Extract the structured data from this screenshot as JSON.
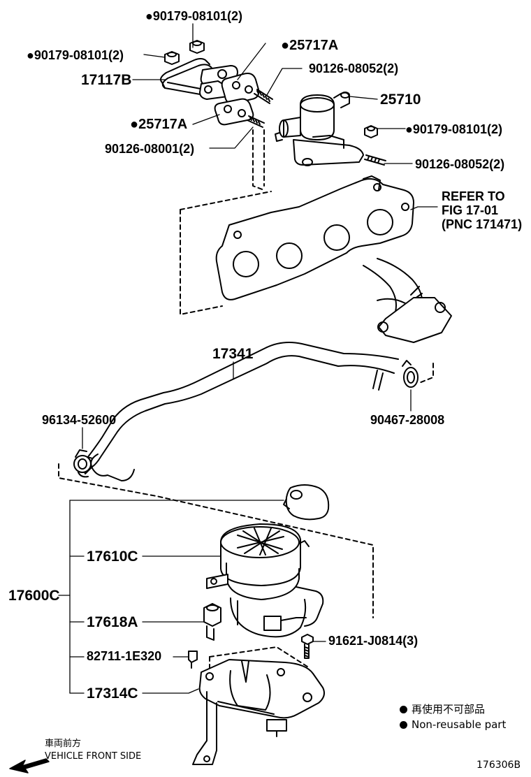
{
  "parts": {
    "p1": "●90179-08101(2)",
    "p2": "●90179-08101(2)",
    "p3": "●25717A",
    "p4": "17117B",
    "p5": "90126-08052(2)",
    "p6": "25710",
    "p7": "●25717A",
    "p8": "●90179-08101(2)",
    "p9": "90126-08001(2)",
    "p10": "90126-08052(2)",
    "p11": "17341",
    "p12": "96134-52600",
    "p13": "90467-28008",
    "p14": "17610C",
    "p15": "17600C",
    "p16": "17618A",
    "p17": "91621-J0814(3)",
    "p18": "82711-1E320",
    "p19": "17314C"
  },
  "refer": {
    "line1": "REFER TO",
    "line2": "FIG 17-01",
    "line3": "(PNC 171471)"
  },
  "legend": {
    "jp": "再使用不可部品",
    "en": "Non-reusable part"
  },
  "front": {
    "jp": "車両前方",
    "en": "VEHICLE FRONT SIDE"
  },
  "diagram_code": "176306B"
}
